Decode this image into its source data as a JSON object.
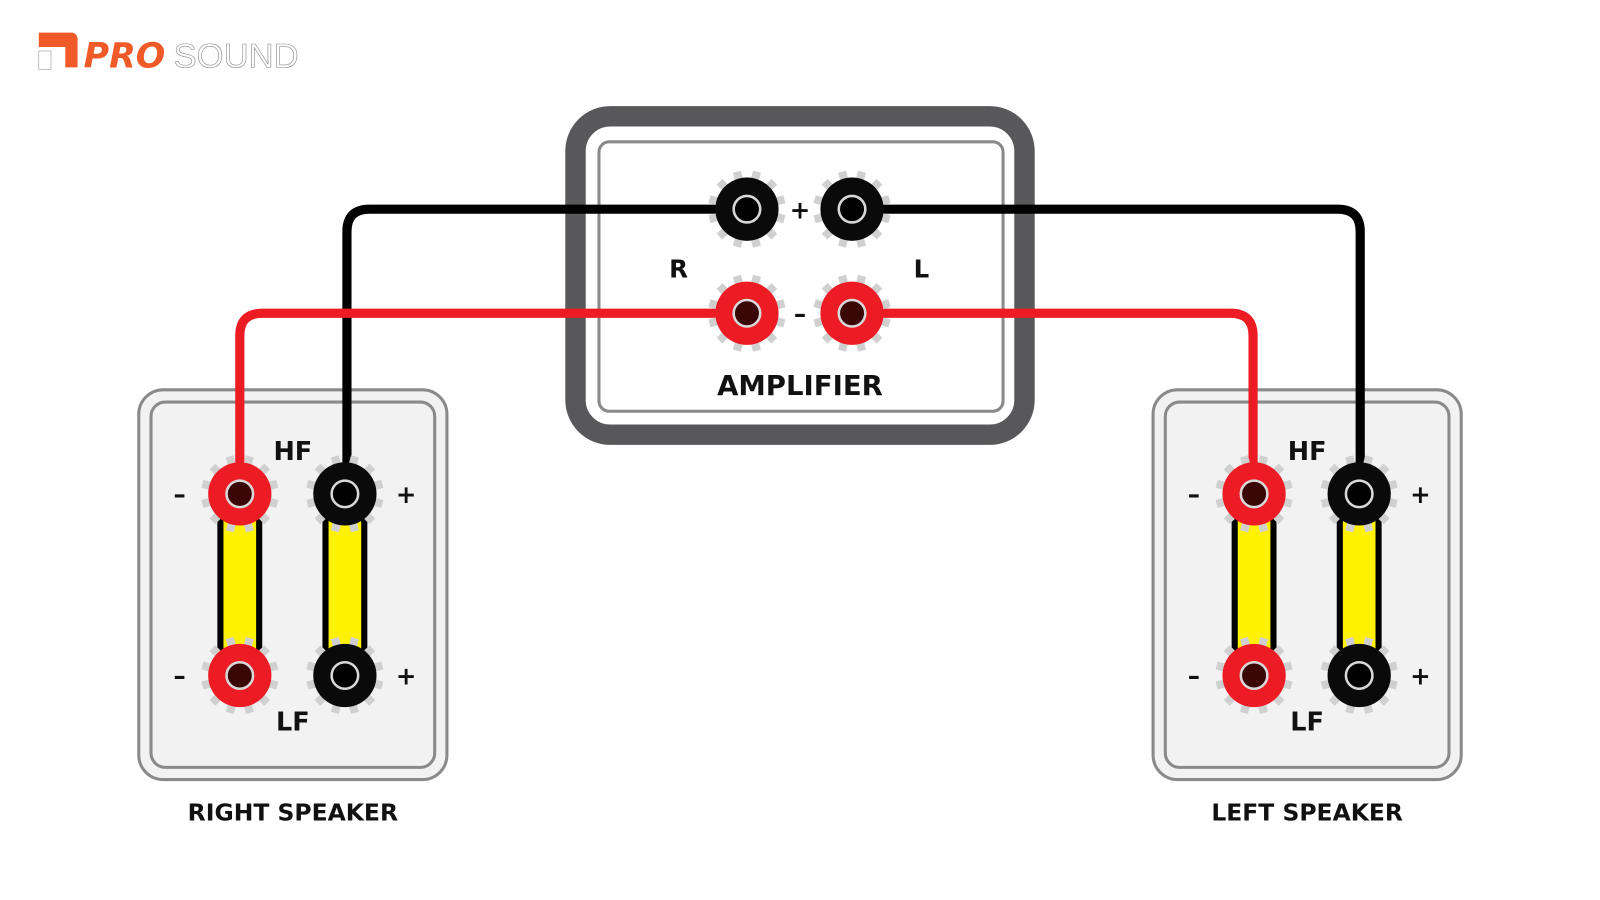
{
  "logo": {
    "brand_pro": "PRO",
    "brand_sound": "SOUND",
    "accent": "#f05a28"
  },
  "amplifier": {
    "label": "AMPLIFIER",
    "channel_right": "R",
    "channel_left": "L",
    "plus": "+",
    "minus": "–"
  },
  "right_speaker": {
    "label": "RIGHT SPEAKER",
    "hf": "HF",
    "lf": "LF",
    "plus": "+",
    "minus": "–"
  },
  "left_speaker": {
    "label": "LEFT SPEAKER",
    "hf": "HF",
    "lf": "LF",
    "plus": "+",
    "minus": "–"
  },
  "colors": {
    "positive_wire": "#000000",
    "negative_wire": "#ed1c24",
    "jumper": "#fff200",
    "amp_frame": "#58585a"
  }
}
